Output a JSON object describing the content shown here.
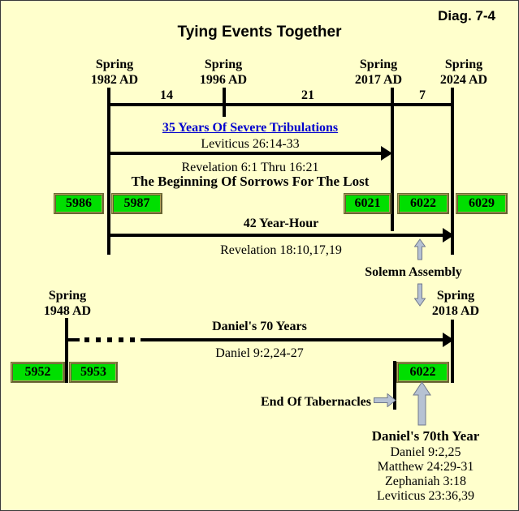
{
  "header": {
    "diag_label": "Diag. 7-4",
    "title": "Tying Events Together"
  },
  "top_timeline": {
    "marks": [
      {
        "season": "Spring",
        "year": "1982 AD"
      },
      {
        "season": "Spring",
        "year": "1996 AD"
      },
      {
        "season": "Spring",
        "year": "2017 AD"
      },
      {
        "season": "Spring",
        "year": "2024 AD"
      }
    ],
    "intervals": [
      "14",
      "21",
      "7"
    ],
    "tribulation": {
      "title": "35 Years Of Severe Tribulations",
      "ref": "Leviticus 26:14-33",
      "ref2": "Revelation 6:1 Thru 16:21",
      "caption": "The Beginning Of Sorrows For The Lost"
    },
    "year_boxes": [
      "5986",
      "5987",
      "6021",
      "6022",
      "6029"
    ],
    "year_hour_label": "42 Year-Hour",
    "year_hour_ref": "Revelation 18:10,17,19",
    "solemn_assembly_label": "Solemn Assembly"
  },
  "bottom_timeline": {
    "marks": [
      {
        "season": "Spring",
        "year": "1948 AD"
      },
      {
        "season": "Spring",
        "year": "2018 AD"
      }
    ],
    "daniels_70_years_label": "Daniel's 70 Years",
    "daniels_70_years_ref": "Daniel 9:2,24-27",
    "year_boxes": [
      "5952",
      "5953",
      "6022"
    ],
    "end_of_tabernacles_label": "End Of Tabernacles",
    "daniels_70th_year": {
      "title": "Daniel's 70th Year",
      "refs": [
        "Daniel 9:2,25",
        "Matthew 24:29-31",
        "Zephaniah 3:18",
        "Leviticus 23:36,39"
      ]
    }
  },
  "icons": {
    "solemn_assembly_up": "up-arrow-icon",
    "solemn_assembly_down": "down-arrow-icon",
    "end_of_tabernacles_pointer": "right-arrow-icon",
    "daniels_70th_year_pointer": "up-arrow-icon"
  },
  "colors": {
    "background": "#FFFFCC",
    "year_box_green": "#00DF00",
    "year_box_border": "#8A7F45",
    "link_blue": "#0000CD",
    "line_black": "#000000",
    "gray_arrow_fill": "#B6C2D3",
    "gray_arrow_stroke": "#70788C"
  }
}
